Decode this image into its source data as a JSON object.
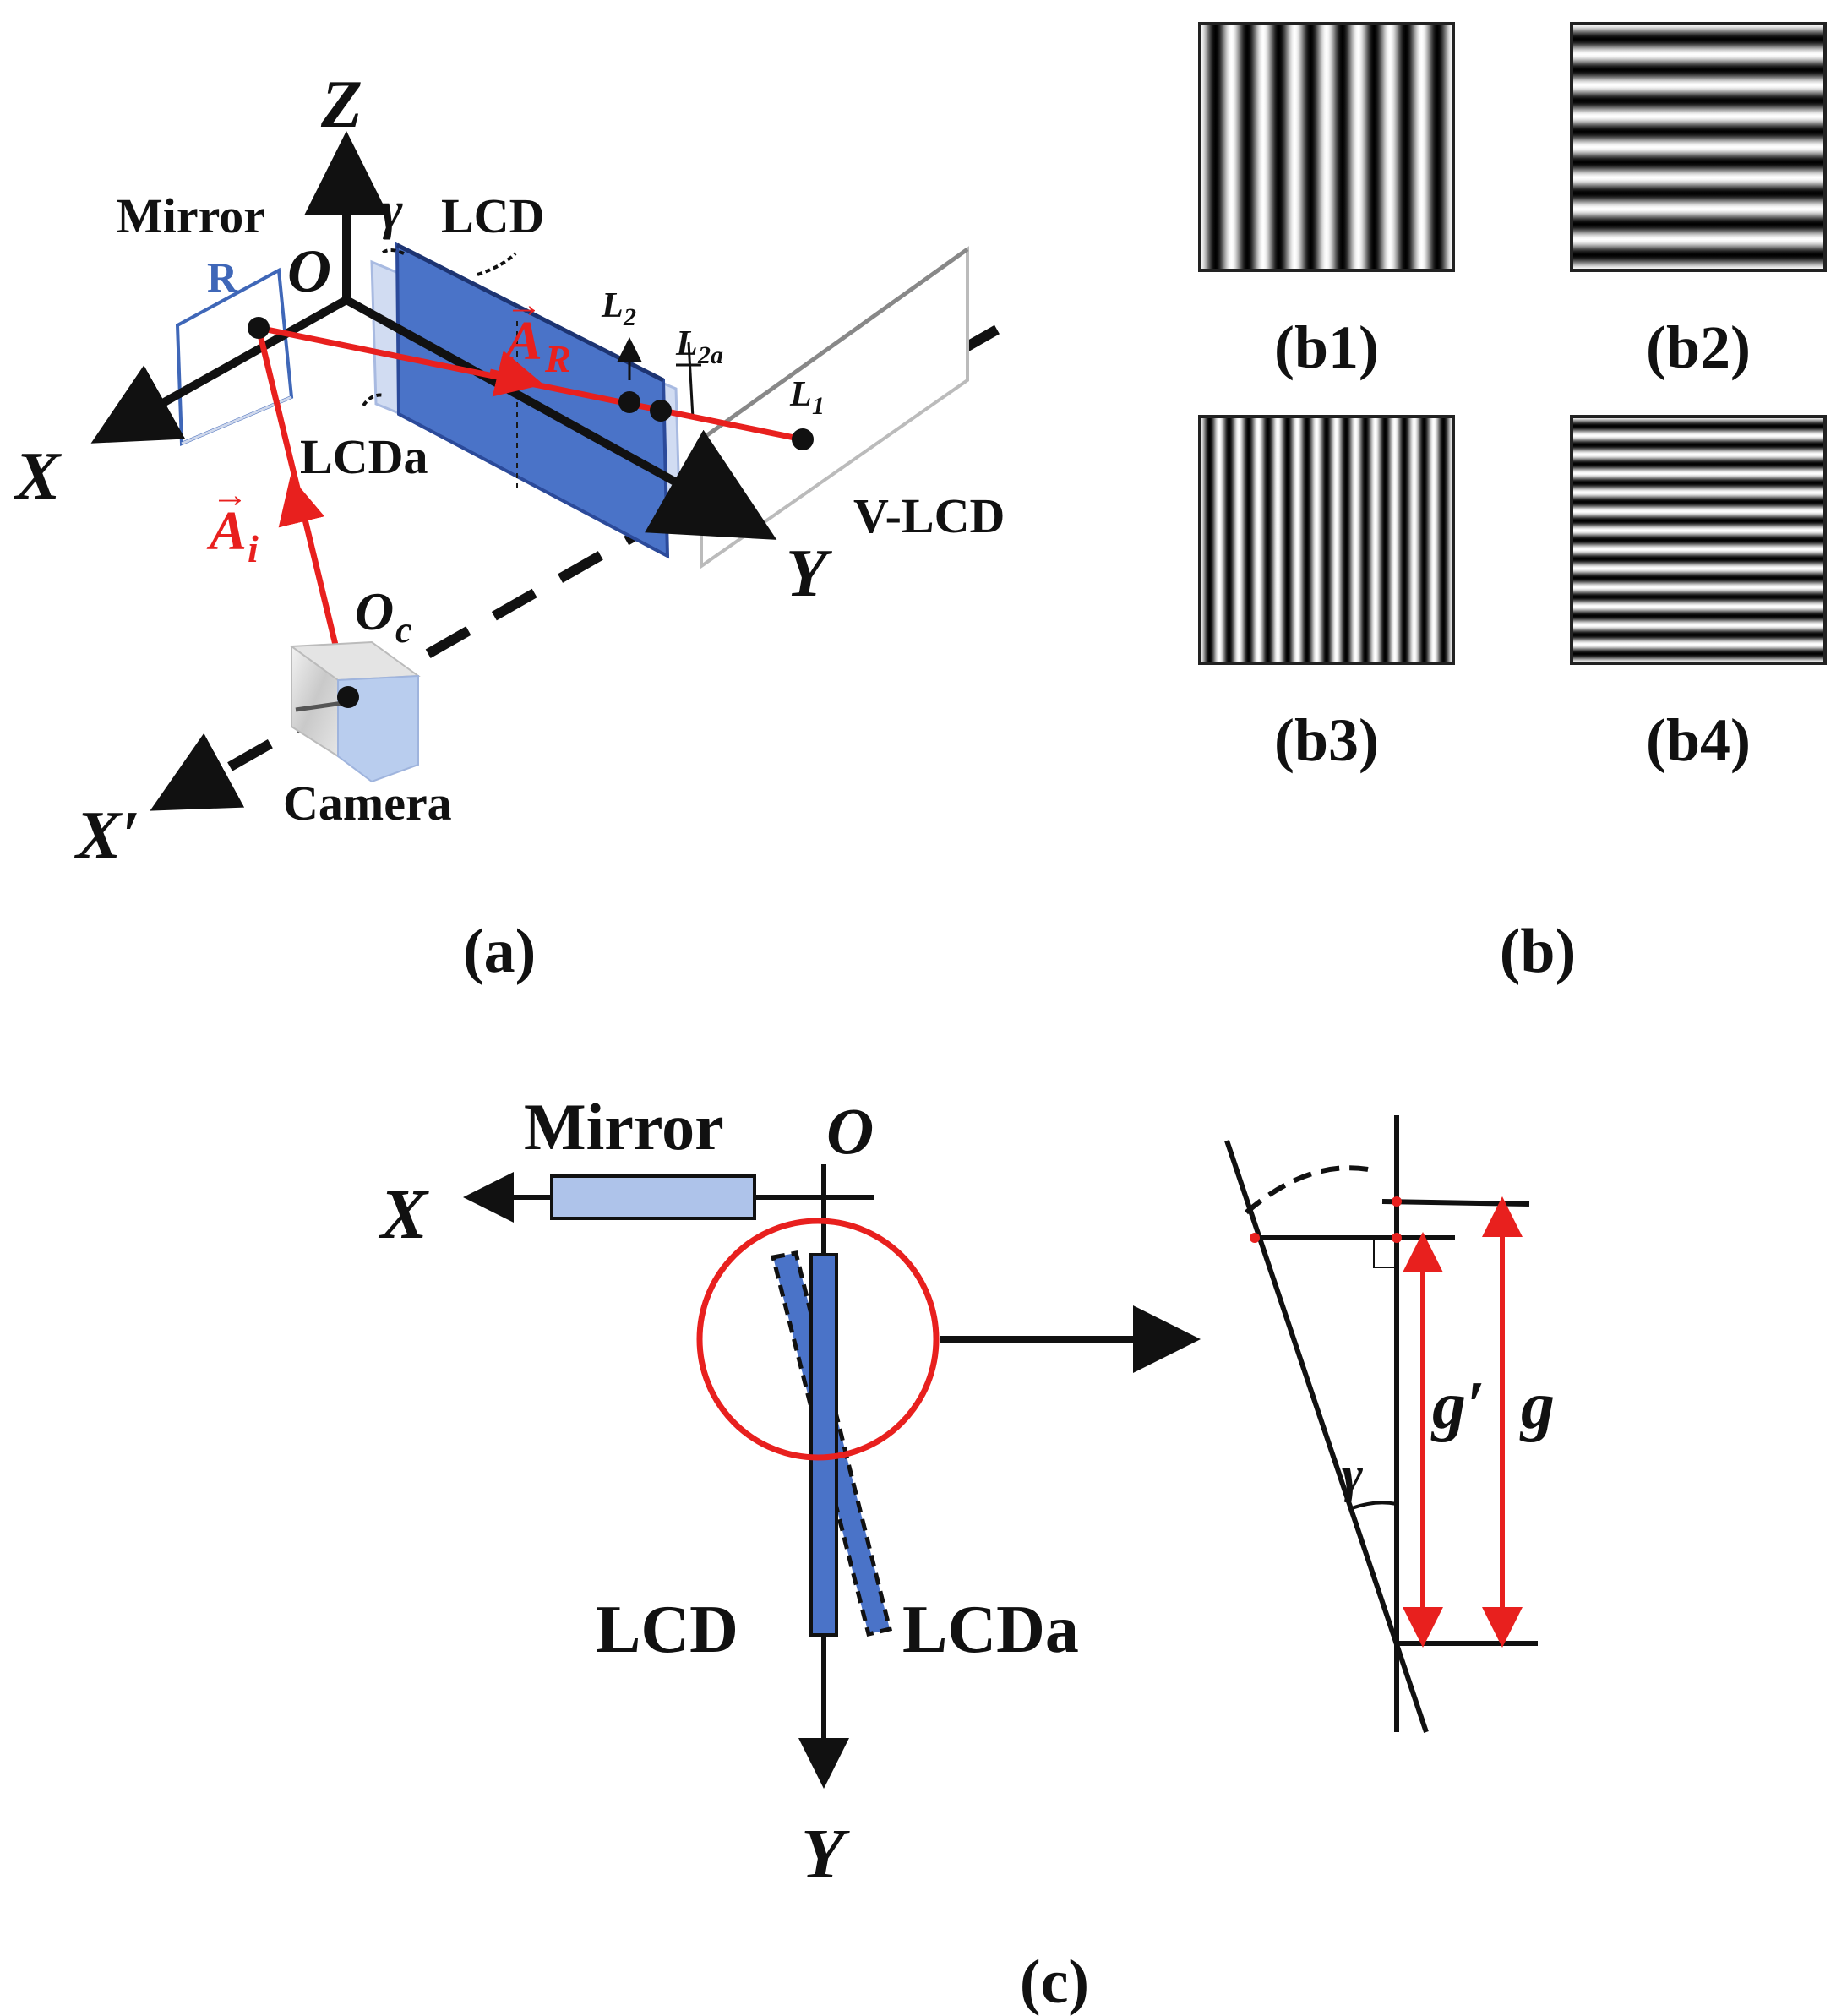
{
  "colors": {
    "ray": "#e8201e",
    "lcd": "#4a73c8",
    "lcd_dark": "#2b4a9a",
    "mirror_fill": "#aec3ea",
    "mirror_edge": "#3f67b8",
    "axis": "#111111"
  },
  "panel_a": {
    "caption": "(a)",
    "axis_z": "Z",
    "axis_x": "X",
    "axis_y": "Y",
    "axis_x_prime": "X′",
    "origin": "O",
    "gamma": "γ",
    "mirror_label": "Mirror",
    "mirror_r": "R",
    "lcd_label": "LCD",
    "lcda_label": "LCDa",
    "vlcd_label": "V-LCD",
    "camera_label": "Camera",
    "oc_base": "O",
    "oc_sub": "c",
    "ar_base": "A",
    "ar_sub": "R",
    "ai_base": "A",
    "ai_sub": "i",
    "arrow_glyph": "→",
    "l2_base": "L",
    "l2_sub": "2",
    "l2a_base": "L",
    "l2a_sub": "2a",
    "l1_base": "L",
    "l1_sub": "1",
    "icons": [
      "camera-icon",
      "mirror-icon"
    ]
  },
  "panel_b": {
    "caption": "(b)",
    "patterns": [
      {
        "label": "(b1)",
        "orientation": "vertical",
        "periods": 8
      },
      {
        "label": "(b2)",
        "orientation": "horizontal",
        "periods": 8
      },
      {
        "label": "(b3)",
        "orientation": "vertical",
        "periods": 13
      },
      {
        "label": "(b4)",
        "orientation": "horizontal",
        "periods": 13
      }
    ]
  },
  "panel_c": {
    "caption": "(c)",
    "mirror_label": "Mirror",
    "origin": "O",
    "axis_x": "X",
    "axis_y": "Y",
    "lcd_label": "LCD",
    "lcda_label": "LCDa",
    "g_prime": "g′",
    "g": "g",
    "gamma": "γ"
  }
}
